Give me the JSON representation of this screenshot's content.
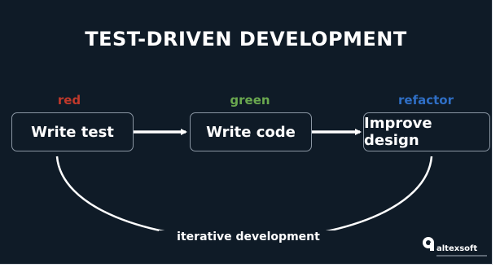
{
  "diagram": {
    "title": "TEST-DRIVEN DEVELOPMENT",
    "stages": [
      {
        "label": "red",
        "label_color": "#c0392b",
        "box_text": "Write test"
      },
      {
        "label": "green",
        "label_color": "#6aa84f",
        "box_text": "Write code"
      },
      {
        "label": "refactor",
        "label_color": "#2f6fc6",
        "box_text": "Improve design"
      }
    ],
    "loop_label": "iterative development",
    "brand": "altexsoft"
  },
  "colors": {
    "background": "#0f1b27",
    "box_border": "#8a96a3",
    "text": "#ffffff"
  }
}
